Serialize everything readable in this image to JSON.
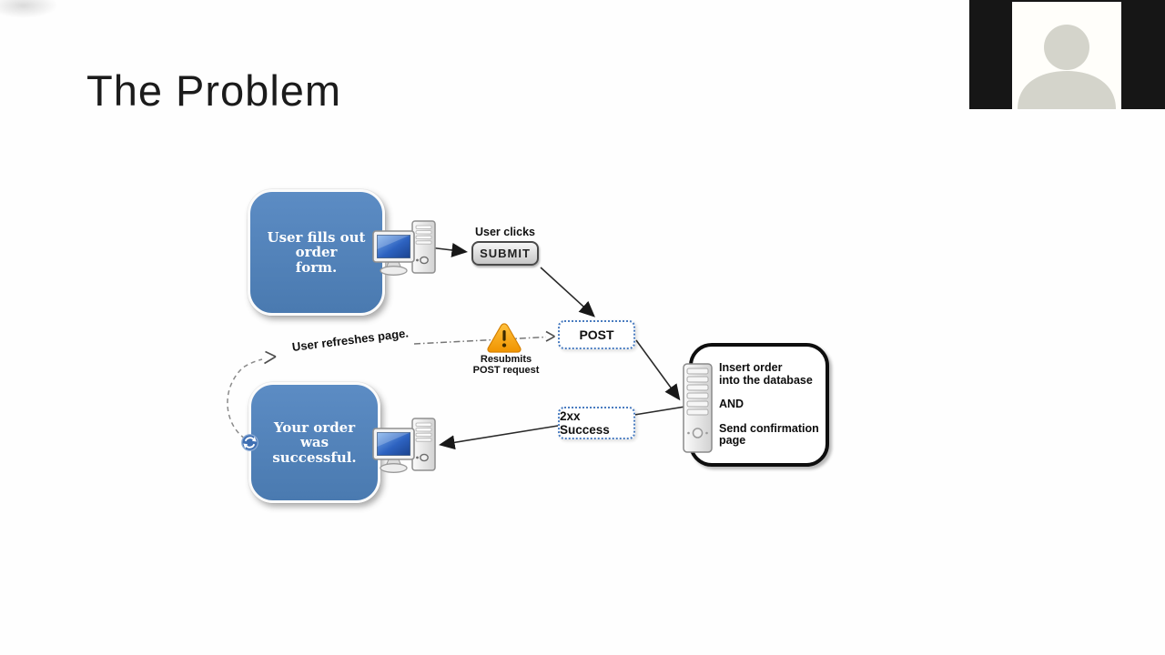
{
  "slide": {
    "title": "The Problem"
  },
  "diagram": {
    "order_form_box": {
      "l1": "User fills out order",
      "l2": "form."
    },
    "user_clicks_label": "User clicks",
    "submit_button": "SUBMIT",
    "post_label": "POST",
    "success_label": "2xx Success",
    "server_box": {
      "l1": "Insert order",
      "l2": "into the database",
      "and": "AND",
      "l3": "Send confirmation",
      "l4": "page"
    },
    "order_success_box": {
      "l1": "Your order",
      "l2": "was",
      "l3": "successful."
    },
    "refresh_label": "User refreshes page.",
    "resubmit": {
      "l1": "Resubmits",
      "l2": "POST request"
    }
  },
  "icons": {
    "avatar": "person-silhouette",
    "computer": "desktop-workstation",
    "server": "server-tower",
    "warning": "warning-triangle",
    "refresh": "refresh-arrows"
  },
  "colors": {
    "title_text": "#1b1b1b",
    "webcam_bg": "#161616",
    "avatar_gray": "#d4d4cb",
    "box_blue": "#4a7ab0",
    "box_blue_light": "#5c8cc4",
    "dotted_border": "#4a7cc0",
    "warning_orange": "#f5a11c"
  }
}
